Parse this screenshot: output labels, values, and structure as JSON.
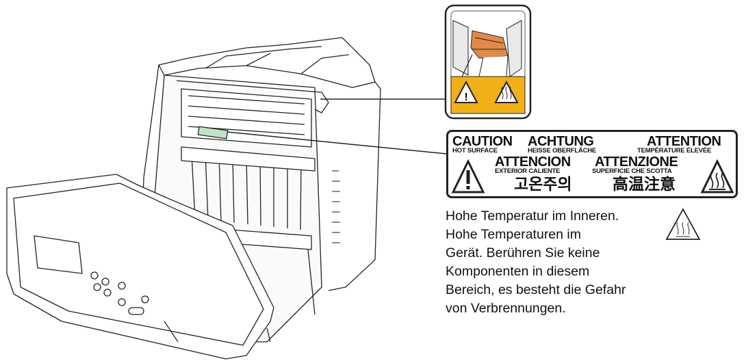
{
  "warning_label": {
    "caution": "CAUTION",
    "caution_sub": "HOT SURFACE",
    "achtung": "ACHTUNG",
    "achtung_sub": "HEISSE OBERFLÄCHE",
    "attention": "ATTENTION",
    "attention_sub": "TEMPÉRATURE ÉLEVÉE",
    "atencion": "ATTENCION",
    "atencion_sub": "EXTERIOR CALIENTE",
    "attenzione": "ATTENZIONE",
    "attenzione_sub": "SUPERFICIE CHE SCOTTA",
    "korean": "고온주의",
    "chinese": "高温注意"
  },
  "caption": {
    "lines": [
      "Hohe Temperatur im Inneren.",
      "Hohe Temperaturen im",
      "Gerät. Berühren Sie keine",
      "Komponenten in diesem",
      "Bereich, es besteht die Gefahr",
      "von Verbrennungen."
    ]
  },
  "icons": [
    "printer-illustration",
    "fuser-detail-icon",
    "warning-triangle-icon",
    "hot-surface-icon"
  ],
  "colors": {
    "label_orange": "#f0b018",
    "fuser_orange": "#e2894a",
    "outline": "#222222"
  }
}
